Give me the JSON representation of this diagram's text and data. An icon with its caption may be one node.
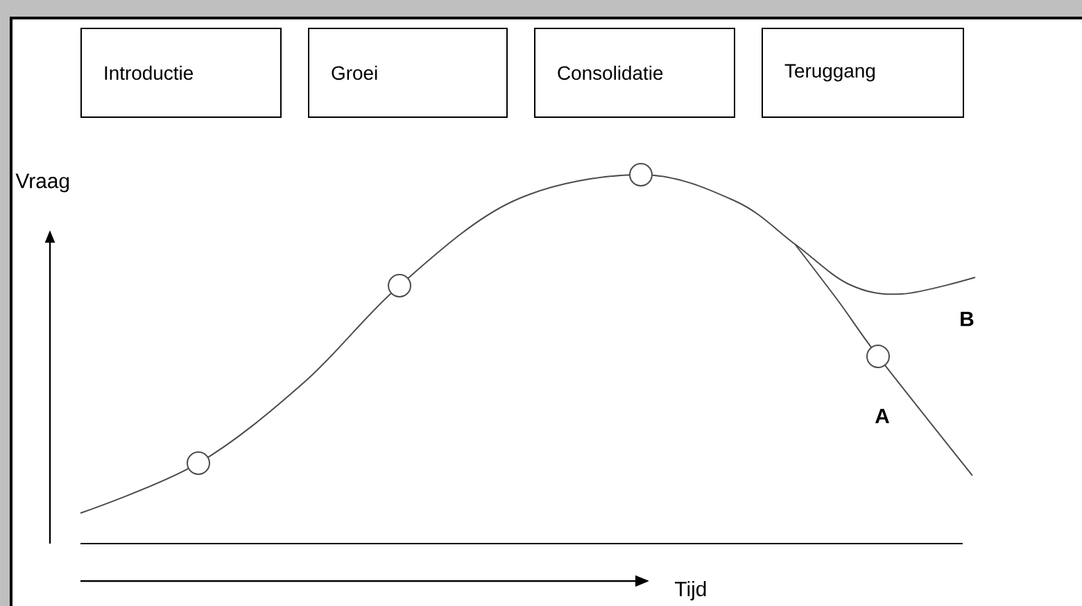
{
  "diagram": {
    "nodes": [
      {
        "text": [
          "Introductie"
        ]
      },
      {
        "text": [
          "Groei"
        ]
      },
      {
        "text": [
          "Consolidatie"
        ]
      },
      {
        "text": [
          "Teruggang"
        ]
      }
    ],
    "labels": [
      "Vraag",
      "B",
      "A",
      "Tijd"
    ]
  }
}
